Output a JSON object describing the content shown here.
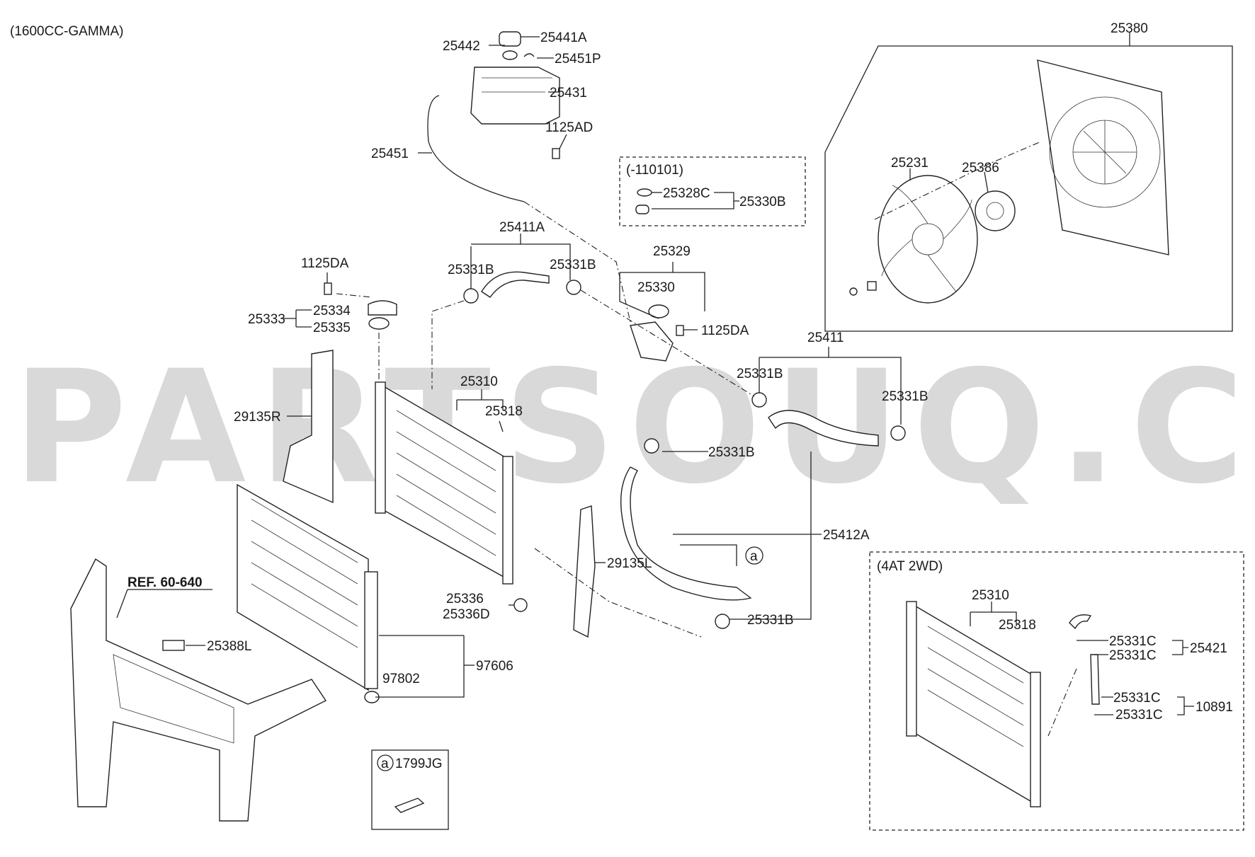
{
  "diagram": {
    "header": "(1600CC-GAMMA)",
    "watermark": "PARTSOUQ.COM",
    "reference": "REF. 60-640",
    "callouts": {
      "p25441A": "25441A",
      "p25442": "25442",
      "p25451P": "25451P",
      "p25431": "25431",
      "p1125AD": "1125AD",
      "p25451": "25451",
      "p25380": "25380",
      "p25231": "25231",
      "p25386": "25386",
      "p25328C": "25328C",
      "p25330B": "25330B",
      "p25411A": "25411A",
      "p25331B_1": "25331B",
      "p25331B_2": "25331B",
      "p25329": "25329",
      "p25330": "25330",
      "p1125DA_1": "1125DA",
      "p1125DA_2": "1125DA",
      "p25333": "25333",
      "p25334": "25334",
      "p25335": "25335",
      "p25411": "25411",
      "p25331B_3": "25331B",
      "p25331B_4": "25331B",
      "p25310_1": "25310",
      "p25318_1": "25318",
      "p29135R": "29135R",
      "p25331B_5": "25331B",
      "p25412A": "25412A",
      "p29135L": "29135L",
      "p25336": "25336",
      "p25336D": "25336D",
      "p25331B_6": "25331B",
      "p25388L": "25388L",
      "p97802": "97802",
      "p97606": "97606",
      "p1799JG": "1799JG",
      "p25310_2": "25310",
      "p25318_2": "25318",
      "p25331C_1": "25331C",
      "p25331C_2": "25331C",
      "p25421": "25421",
      "p25331C_3": "25331C",
      "p25331C_4": "25331C",
      "p10891": "10891",
      "marker_a1": "a",
      "marker_a2": "a"
    },
    "inset_boxes": {
      "date_range": "(-110101)",
      "transmission": "(4AT 2WD)"
    }
  }
}
